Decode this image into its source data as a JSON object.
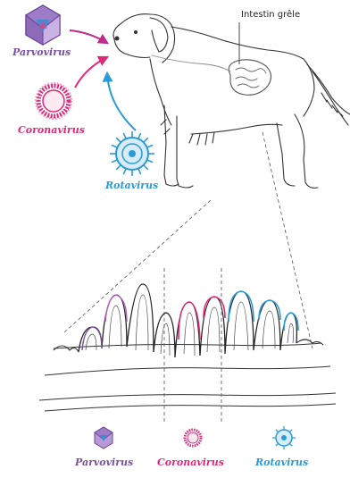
{
  "annotation": {
    "text": "Intestin grêle"
  },
  "viruses": {
    "top": [
      {
        "name": "Parvovirus",
        "color": "#7b4fa3",
        "icon": "parvovirus-icon"
      },
      {
        "name": "Coronavirus",
        "color": "#e0287a",
        "icon": "coronavirus-icon"
      },
      {
        "name": "Rotavirus",
        "color": "#2a9bd6",
        "icon": "rotavirus-icon"
      }
    ],
    "bottom": [
      {
        "name": "Parvovirus",
        "color": "#7b4fa3",
        "icon": "parvovirus-icon"
      },
      {
        "name": "Coronavirus",
        "color": "#e0287a",
        "icon": "coronavirus-icon"
      },
      {
        "name": "Rotavirus",
        "color": "#2a9bd6",
        "icon": "rotavirus-icon"
      }
    ]
  },
  "colors": {
    "parvovirus": "#7b4fa3",
    "coronavirus": "#e0287a",
    "rotavirus": "#2a9bd6",
    "line": "#333333"
  }
}
